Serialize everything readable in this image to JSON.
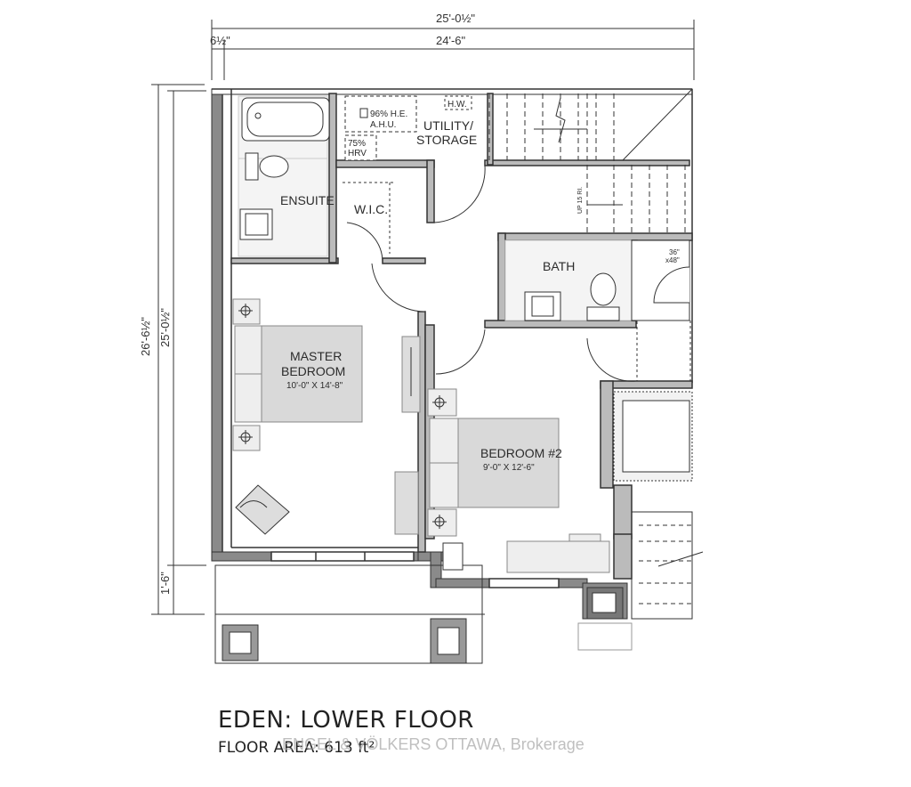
{
  "dimensions": {
    "overall_width": "25'-0½\"",
    "inner_width": "24'-6\"",
    "offset": "6½\"",
    "overall_depth": "26'-6½\"",
    "inner_depth": "25'-0½\"",
    "porch_depth": "1'-6\""
  },
  "rooms": {
    "utility": "UTILITY/",
    "storage": "STORAGE",
    "ensuite": "ENSUITE",
    "wic": "W.I.C.",
    "bath": "BATH",
    "master_line1": "MASTER",
    "master_line2": "BEDROOM",
    "master_size": "10'-0\" X 14'-8\"",
    "bedroom2": "BEDROOM #2",
    "bedroom2_size": "9'-0\" X 12'-6\""
  },
  "equipment": {
    "hw": "H.W.",
    "ahu_line1": "96% H.E.",
    "ahu_line2": "A.H.U.",
    "hrv_line1": "75%",
    "hrv_line2": "HRV",
    "stairs_note": "UP 15 RI.",
    "shower_line1": "36\"",
    "shower_line2": "x48\""
  },
  "title": "EDEN: LOWER FLOOR",
  "floor_area": "FLOOR AREA: 613 ft²",
  "watermark": "ENGEL & VÖLKERS OTTAWA, Brokerage",
  "colors": {
    "wall": "#7a7a7a",
    "wall_dark": "#4a4a4a",
    "furniture": "#d9d9d9",
    "line": "#333333"
  }
}
